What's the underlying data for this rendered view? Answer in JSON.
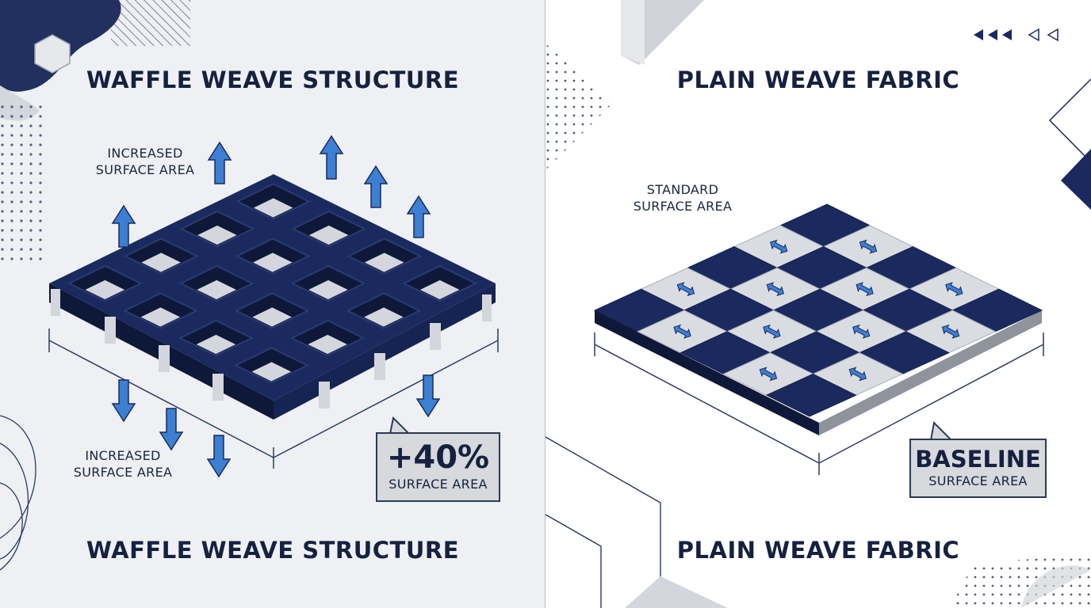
{
  "left_panel": {
    "title_top": "WAFFLE WEAVE STRUCTURE",
    "title_bottom": "WAFFLE WEAVE STRUCTURE",
    "label_upper": {
      "line1": "INCREASED",
      "line2": "SURFACE AREA"
    },
    "label_lower": {
      "line1": "INCREASED",
      "line2": "SURFACE AREA"
    },
    "callout": {
      "value": "+40%",
      "caption": "SURFACE AREA"
    }
  },
  "right_panel": {
    "title_top": "PLAIN WEAVE FABRIC",
    "title_bottom": "PLAIN WEAVE FABRIC",
    "label": {
      "line1": "STANDARD",
      "line2": "SURFACE AREA"
    },
    "callout": {
      "value": "BASELINE",
      "caption": "SURFACE AREA"
    }
  },
  "colors": {
    "navy": "#1b2a5e",
    "navy_dark": "#0e1838",
    "light_gray": "#d9dce1",
    "arrow_blue": "#3d7fd0",
    "panel_left_bg": "#eef0f3",
    "panel_right_bg": "#ffffff"
  },
  "icons": [
    "hexagon-icon",
    "chevron-left-icon",
    "double-arrow-icon",
    "up-arrow-icon",
    "down-arrow-icon"
  ]
}
